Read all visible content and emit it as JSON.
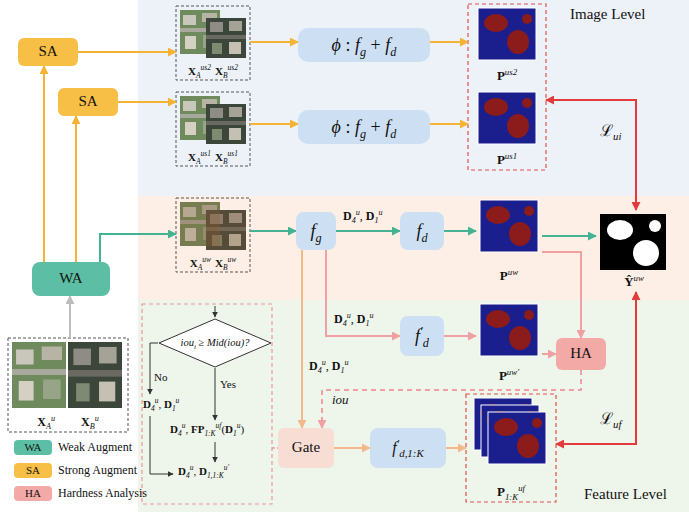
{
  "diagram": {
    "nodes": [
      {
        "text": [
          "SA"
        ]
      },
      {
        "text": [
          "XAus2",
          "XBus2"
        ]
      },
      {
        "text": [
          "ϕ : fg + fd"
        ]
      },
      {
        "text": [
          "Pus2"
        ]
      },
      {
        "text": [
          "SA"
        ]
      },
      {
        "text": [
          "XAus1",
          "XBus1"
        ]
      },
      {
        "text": [
          "ϕ : fg + fd"
        ]
      },
      {
        "text": [
          "Pus1"
        ]
      },
      {
        "text": [
          "WA"
        ]
      },
      {
        "text": [
          "XAuw",
          "XBuw"
        ]
      },
      {
        "text": [
          "fg"
        ]
      },
      {
        "text": [
          "fd"
        ]
      },
      {
        "text": [
          "Puw"
        ]
      },
      {
        "text": [
          "Ŷuw"
        ]
      },
      {
        "text": [
          "f′d"
        ]
      },
      {
        "text": [
          "Puw′"
        ]
      },
      {
        "text": [
          "HA"
        ]
      },
      {
        "text": [
          "XAu",
          "XBu"
        ]
      },
      {
        "text": [
          "ioui ≥ Mid(iou)?"
        ]
      },
      {
        "text": [
          "Gate"
        ]
      },
      {
        "text": [
          "f′d,1:K"
        ]
      },
      {
        "text": [
          "P1:Kuf"
        ]
      }
    ],
    "edges": [
      {
        "from": 8,
        "to": 0,
        "arrow": "to"
      },
      {
        "from": 8,
        "to": 4,
        "arrow": "to"
      },
      {
        "from": 0,
        "to": 1,
        "arrow": "to"
      },
      {
        "from": 1,
        "to": 2,
        "arrow": "to"
      },
      {
        "from": 2,
        "to": 3,
        "arrow": "to"
      },
      {
        "from": 4,
        "to": 5,
        "arrow": "to"
      },
      {
        "from": 5,
        "to": 6,
        "arrow": "to"
      },
      {
        "from": 6,
        "to": 7,
        "arrow": "to"
      },
      {
        "from": 8,
        "to": 9,
        "arrow": "to"
      },
      {
        "from": 9,
        "to": 10,
        "arrow": "to"
      },
      {
        "from": 10,
        "to": 11,
        "label": "D4u, D1u",
        "arrow": "to"
      },
      {
        "from": 11,
        "to": 12,
        "arrow": "to"
      },
      {
        "from": 12,
        "to": 13,
        "arrow": "to"
      },
      {
        "from": 10,
        "to": 14,
        "label": "D4u, D1u",
        "arrow": "to"
      },
      {
        "from": 14,
        "to": 15,
        "arrow": "to"
      },
      {
        "from": 12,
        "to": 16,
        "arrow": "to"
      },
      {
        "from": 15,
        "to": 16,
        "arrow": "to"
      },
      {
        "from": 16,
        "to": 19,
        "label": "iou",
        "arrow": "to"
      },
      {
        "from": 10,
        "to": 19,
        "label": "D4u, D1u",
        "arrow": "to"
      },
      {
        "from": 19,
        "to": 20,
        "arrow": "to"
      },
      {
        "from": 20,
        "to": 21,
        "arrow": "to"
      },
      {
        "from": 13,
        "to": 7,
        "label": "ℒui",
        "arrow": "both"
      },
      {
        "from": 13,
        "to": 21,
        "label": "ℒuf",
        "arrow": "both"
      },
      {
        "from": 17,
        "to": 8,
        "arrow": "to"
      }
    ],
    "labels": [
      "Image Level",
      "Feature Level",
      "WA",
      "SA",
      "HA",
      "No",
      "Yes",
      "D4u, D1u",
      "D4u, FP1:Kuf(D1u)",
      "D4u, D1,1:Ku′"
    ],
    "legend": [
      {
        "text": "Weak Augment",
        "color": "#5cbfa5"
      },
      {
        "text": "Strong Augment",
        "color": "#f7bf45"
      },
      {
        "text": "Hardness Analysis",
        "color": "#f3a9a6"
      }
    ]
  }
}
